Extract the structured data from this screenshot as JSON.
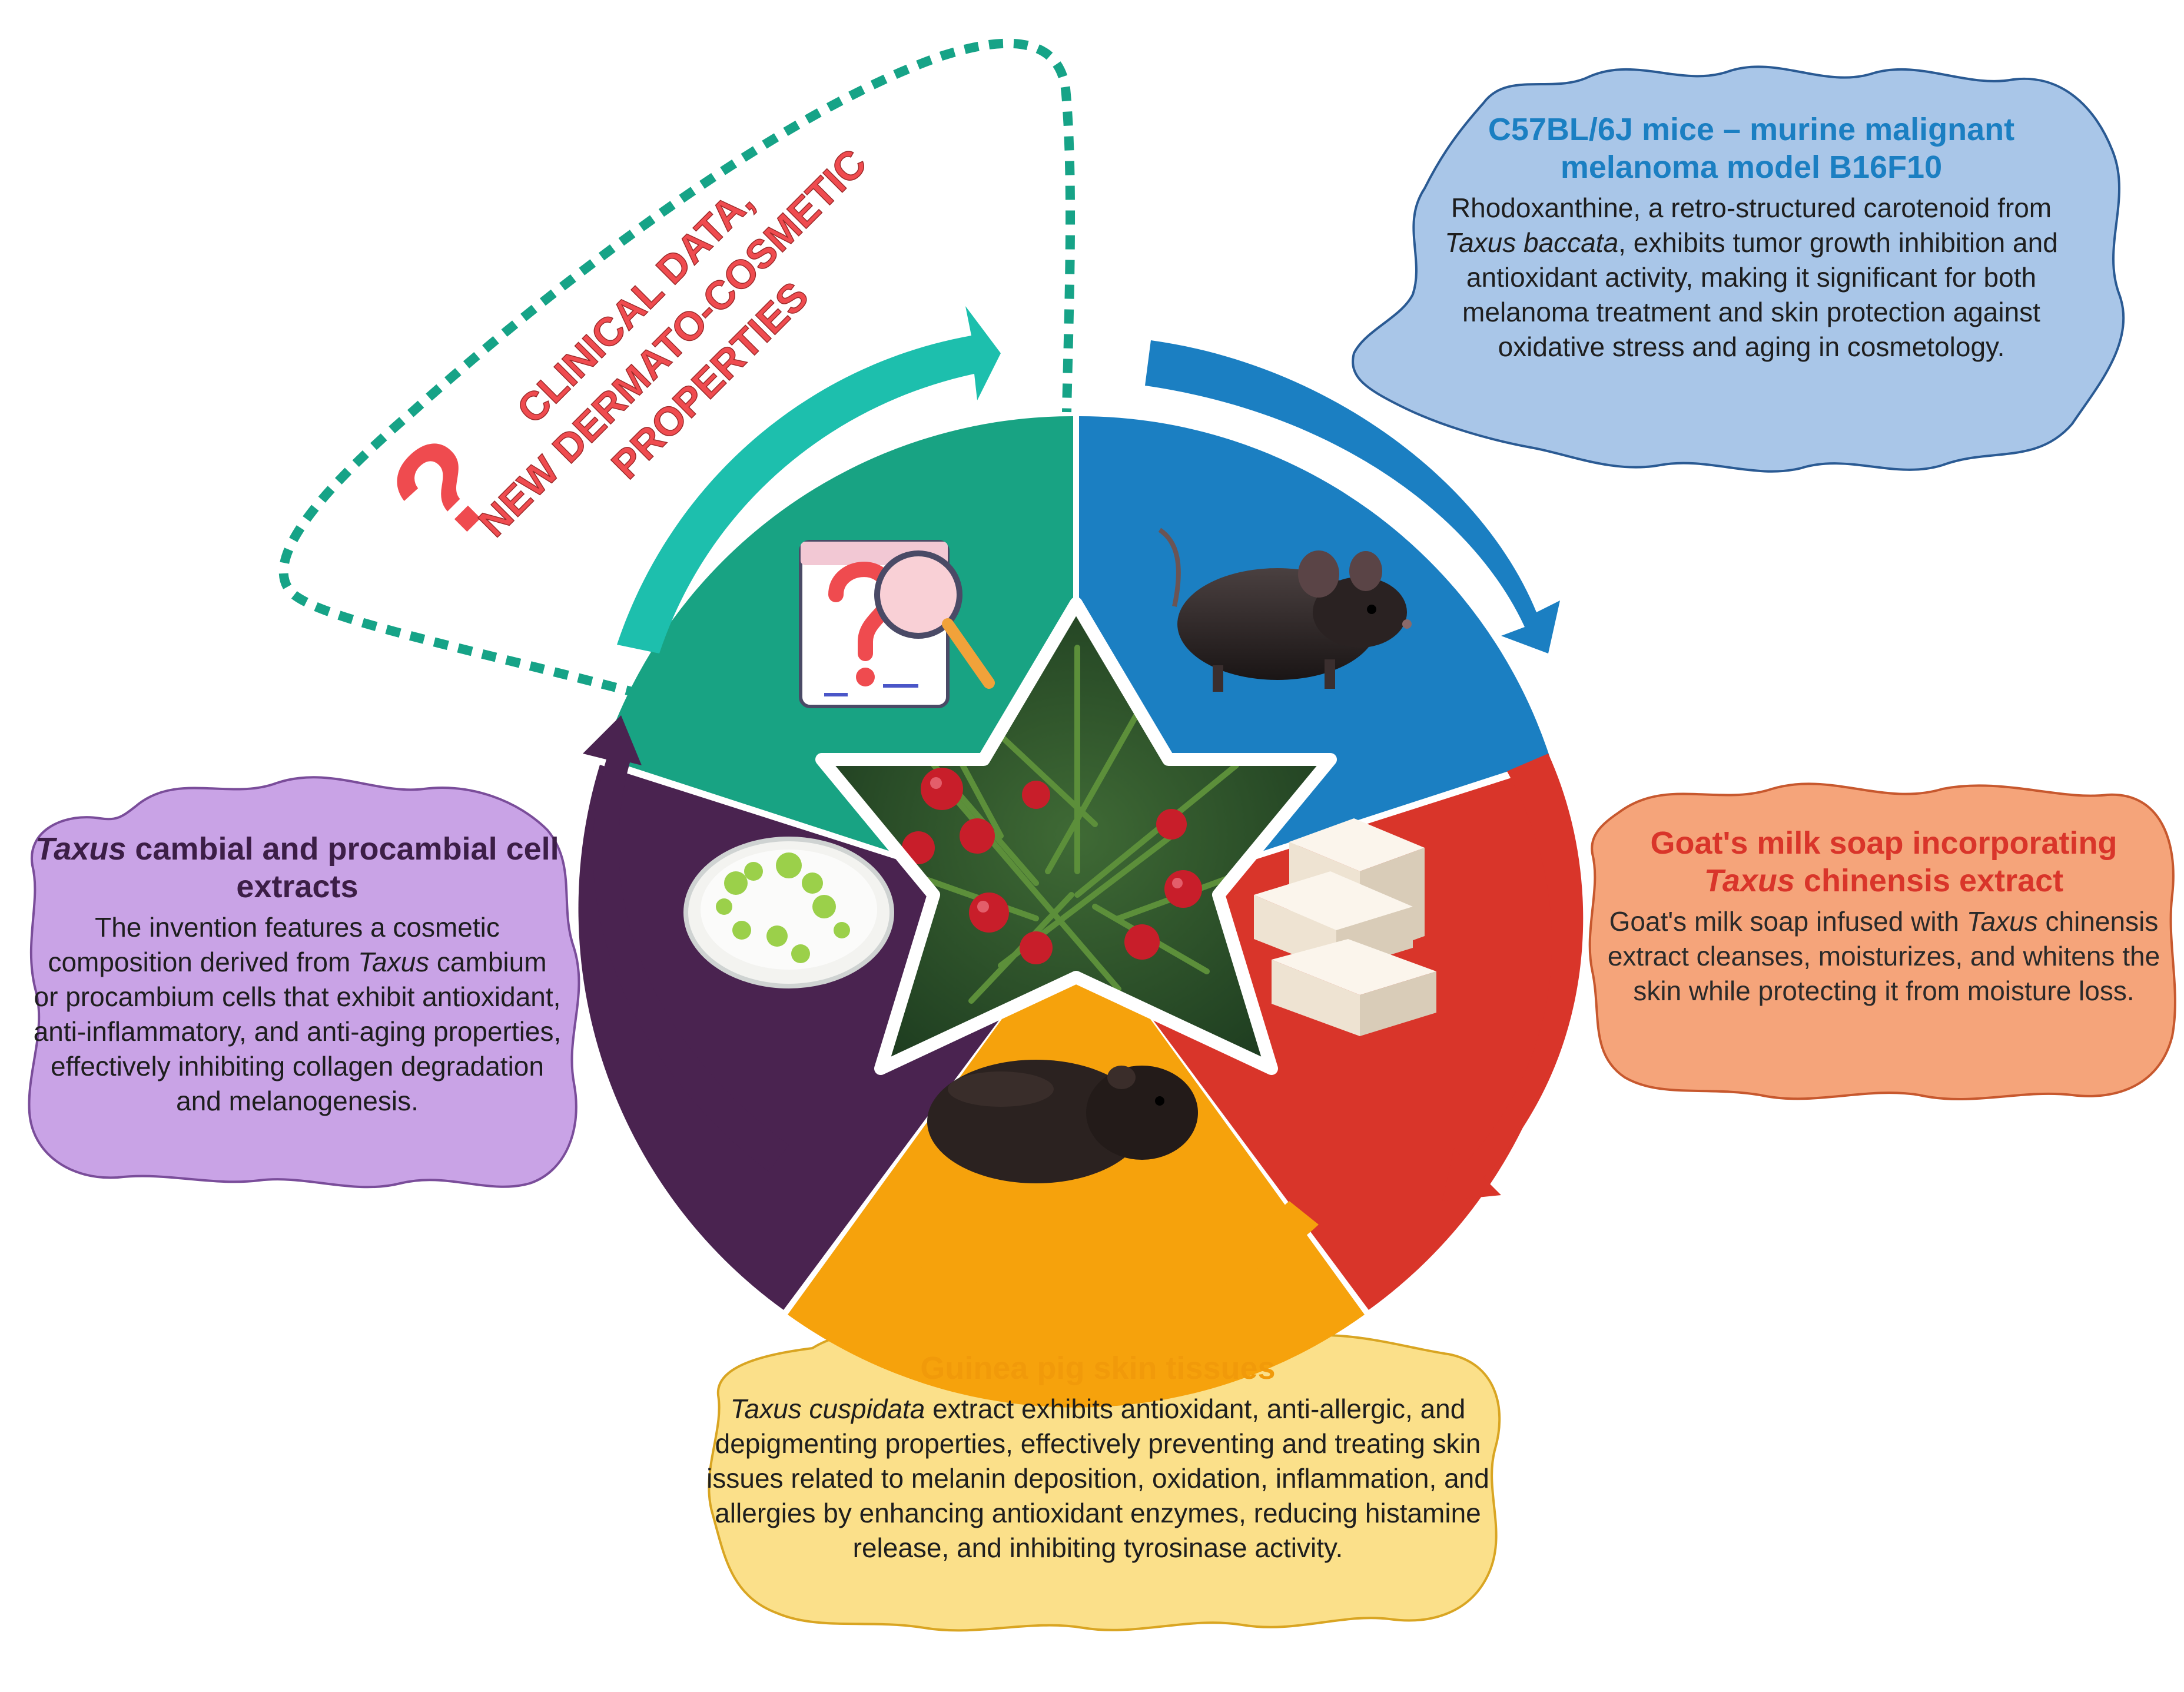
{
  "question": {
    "mark": "?",
    "lines": [
      "CLINICAL DATA,",
      "NEW DERMATO-COSMETIC",
      "PROPERTIES"
    ]
  },
  "mice_box": {
    "title_line1": "C57BL/6J mice – murine malignant",
    "title_line2": "melanoma model B16F10",
    "text_a": "Rhodoxanthine, a retro-structured carotenoid from ",
    "text_italic": "Taxus baccata",
    "text_b": ", exhibits tumor growth inhibition and antioxidant activity, making it significant for both melanoma treatment and skin protection against oxidative stress and aging in cosmetology."
  },
  "soap_box": {
    "title_line1": "Goat's milk soap incorporating",
    "title_italic": "Taxus",
    "title_line2_rest": " chinensis extract",
    "text_a": "Goat's milk soap infused with ",
    "text_italic": "Taxus",
    "text_b": " chinensis extract cleanses, moisturizes, and whitens the skin while protecting it from moisture loss."
  },
  "cambial_box": {
    "title_italic": "Taxus",
    "title_rest": " cambial and procambial cell extracts",
    "text_a": "The invention features a cosmetic composition derived from ",
    "text_italic": "Taxus",
    "text_b": " cambium or procambium cells that exhibit antioxidant, anti-inflammatory, and anti-aging properties, effectively inhibiting collagen degradation and melanogenesis."
  },
  "guinea_box": {
    "title": "Guinea pig skin tissues",
    "text_italic": "Taxus cuspidata",
    "text_b": " extract exhibits antioxidant, anti-allergic, and depigmenting properties, effectively preventing and treating skin issues related to melanin deposition, oxidation, inflammation, and allergies by enhancing antioxidant enzymes, reducing histamine release, and inhibiting tyrosinase activity."
  },
  "colors": {
    "teal": "#18a383",
    "teal_arrow": "#1dbfad",
    "blue": "#1b7fc2",
    "red": "#d9352a",
    "orange": "#f6a20c",
    "purple": "#4a2350",
    "mice_bg": "#a9c6e8",
    "soap_bg": "#f5a47a",
    "cambial_bg": "#c9a3e6",
    "guinea_bg": "#fbe08a",
    "question_red": "#ef4b4f"
  },
  "icons": [
    "research-magnifier-icon",
    "mouse-icon",
    "soap-bars-icon",
    "guinea-pig-icon",
    "petri-dish-icon",
    "yew-branch-icon"
  ]
}
